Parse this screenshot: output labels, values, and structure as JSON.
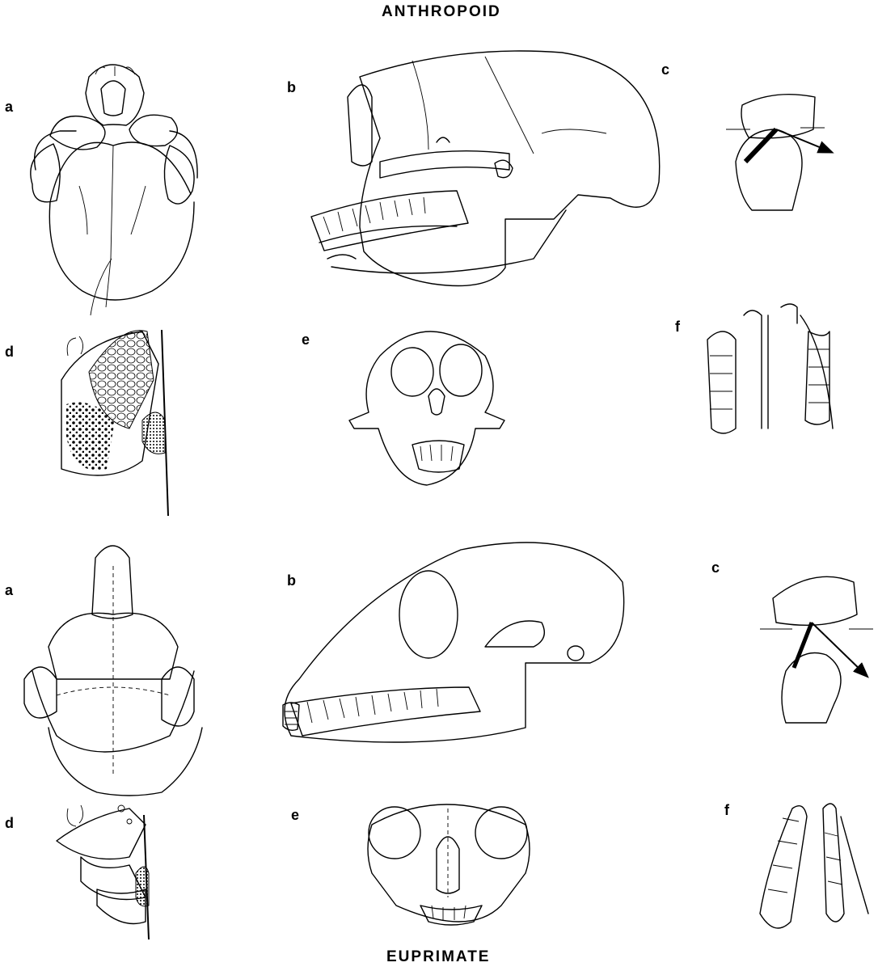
{
  "titles": {
    "top": "ANTHROPOID",
    "bottom": "EUPRIMATE"
  },
  "panel_labels": {
    "anthropoid": {
      "a": "a",
      "b": "b",
      "c": "c",
      "d": "d",
      "e": "e",
      "f": "f"
    },
    "euprimate": {
      "a": "a",
      "b": "b",
      "c": "c",
      "d": "d",
      "e": "e",
      "f": "f"
    }
  },
  "colors": {
    "ink": "#000000",
    "paper": "#ffffff"
  }
}
